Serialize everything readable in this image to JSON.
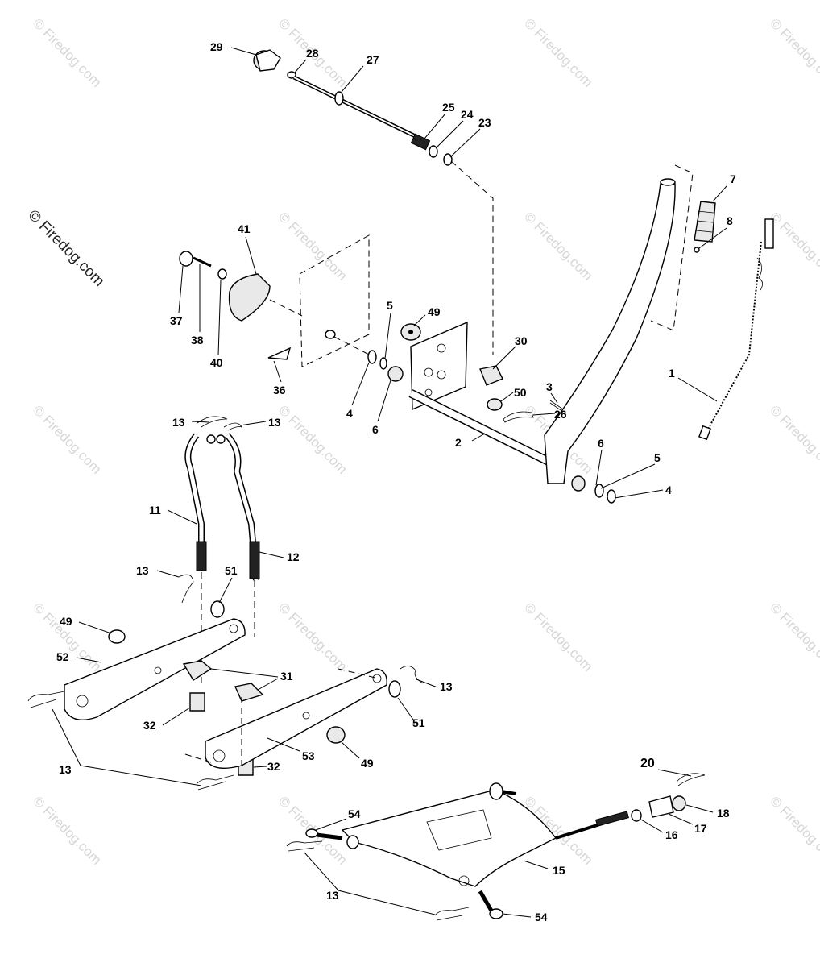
{
  "copyright": "© Firedog.com",
  "watermark": "© Firedog.com",
  "labels": {
    "p1": "1",
    "p2": "2",
    "p3": "3",
    "p4a": "4",
    "p4b": "4",
    "p5a": "5",
    "p5b": "5",
    "p6a": "6",
    "p6b": "6",
    "p7": "7",
    "p8": "8",
    "p11": "11",
    "p12": "12",
    "p13a": "13",
    "p13b": "13",
    "p13c": "13",
    "p13d": "13",
    "p13e": "13",
    "p13f": "13",
    "p15": "15",
    "p16": "16",
    "p17": "17",
    "p18": "18",
    "p20": "20",
    "p23": "23",
    "p24": "24",
    "p25": "25",
    "p26": "26",
    "p27": "27",
    "p28": "28",
    "p29": "29",
    "p30": "30",
    "p31": "31",
    "p32a": "32",
    "p32b": "32",
    "p36": "36",
    "p37": "37",
    "p38": "38",
    "p40": "40",
    "p41": "41",
    "p49a": "49",
    "p49b": "49",
    "p49c": "49",
    "p50": "50",
    "p51a": "51",
    "p51b": "51",
    "p52": "52",
    "p53": "53",
    "p54a": "54",
    "p54b": "54"
  }
}
